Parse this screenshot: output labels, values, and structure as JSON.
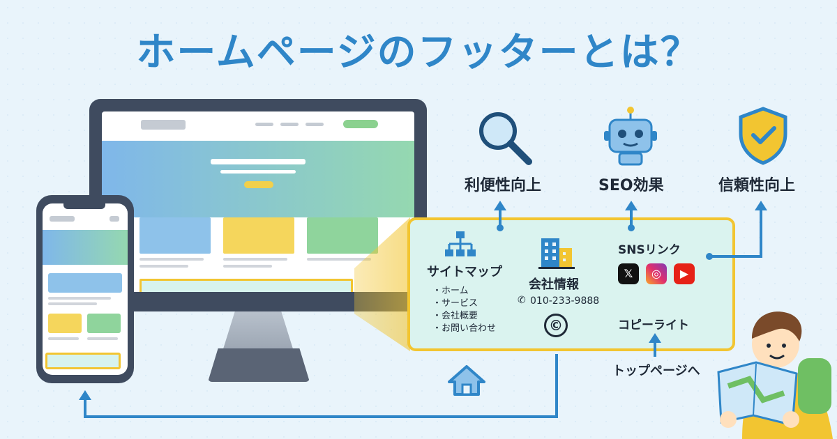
{
  "title": "ホームページのフッターとは？",
  "benefits": {
    "usability": "利便性向上",
    "seo": "SEO効果",
    "trust": "信頼性向上"
  },
  "footer": {
    "sitemap": {
      "label": "サイトマップ",
      "items": [
        "・ホーム",
        "・サービス",
        "・会社概要",
        "・お問い合わせ"
      ]
    },
    "company": {
      "label": "会社情報",
      "phone": "010-233-9888"
    },
    "sns": {
      "label": "SNSリンク",
      "icons": [
        "x-icon",
        "instagram-icon",
        "youtube-icon"
      ]
    },
    "copyright": {
      "label": "コピーライト",
      "symbol": "©"
    }
  },
  "top_page_link": "トップページへ",
  "colors": {
    "accent": "#2f86c8",
    "highlight": "#f2c531",
    "footer_bg": "#daf3ef"
  }
}
